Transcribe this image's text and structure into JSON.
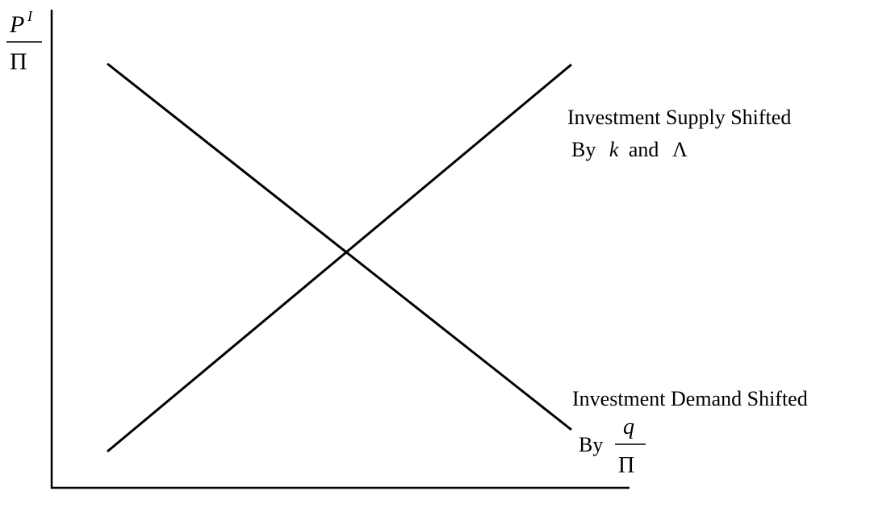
{
  "axis": {
    "y_label": {
      "numerator_base": "P",
      "numerator_superscript": "I",
      "denominator": "Π"
    }
  },
  "curves": {
    "supply": {
      "label_line1": "Investment Supply Shifted",
      "label_line2_prefix": "By",
      "label_line2_var1": "k",
      "label_line2_conj": "and",
      "label_line2_var2": "Λ"
    },
    "demand": {
      "label_line1": "Investment Demand Shifted",
      "label_line2_prefix": "By",
      "label_line2_frac_numerator": "q",
      "label_line2_frac_denominator": "Π"
    }
  },
  "colors": {
    "line": "#000000",
    "background": "#ffffff"
  }
}
